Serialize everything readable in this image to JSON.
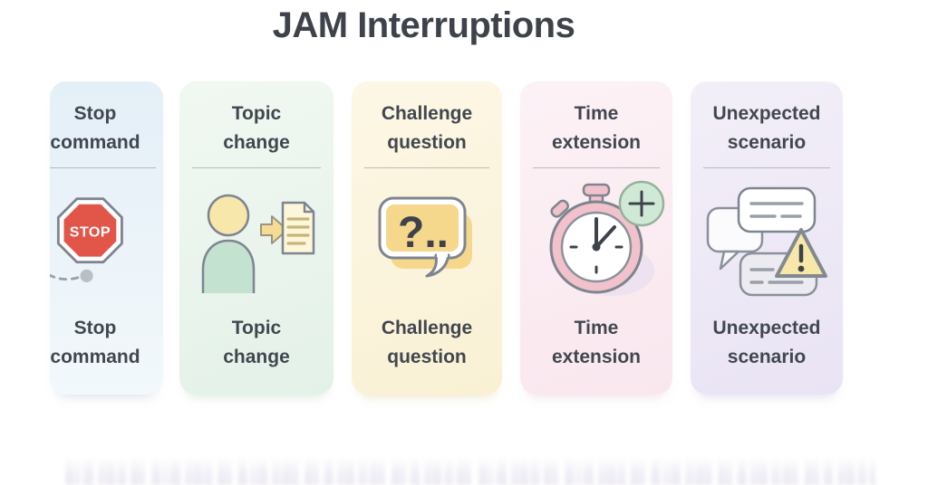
{
  "page": {
    "title": "JAM Interruptions"
  },
  "cards": [
    {
      "name": "stop-command",
      "label": "Stop command",
      "lines": [
        "Stop",
        "command"
      ],
      "icon": "stop-sign-icon"
    },
    {
      "name": "topic-change",
      "label": "Topic change",
      "lines": [
        "Topic",
        "change"
      ],
      "icon": "person-document-icon"
    },
    {
      "name": "challenge-question",
      "label": "Challenge question",
      "lines": [
        "Challenge",
        "question"
      ],
      "icon": "question-bubble-icon"
    },
    {
      "name": "time-extension",
      "label": "Time extension",
      "lines": [
        "Time",
        "extension"
      ],
      "icon": "stopwatch-plus-icon"
    },
    {
      "name": "unexpected-scenario",
      "label": "Unexpected scenario",
      "lines": [
        "Unexpected",
        "scenario"
      ],
      "icon": "chat-warning-icon"
    }
  ],
  "icons": {
    "stop_sign_text": "STOP",
    "question_glyph": "?.."
  },
  "colors": {
    "title-text": "#3e434b",
    "card-text": "#42474f",
    "card1-bg": "#e4eff7",
    "card1-bg2": "#f2f8fb",
    "card2-bg": "#e3f1e8",
    "card2-bg2": "#f1f8f2",
    "card3-bg": "#faf1d4",
    "card3-bg2": "#fcf7e6",
    "card4-bg": "#f9e7ee",
    "card4-bg2": "#fcf2f6",
    "card5-bg": "#e9e3f4",
    "card5-bg2": "#f3eff8",
    "stop-red": "#e25549",
    "outline-gray": "#7e858f",
    "soft-yellow": "#f8e7ab",
    "mint-green": "#c3e2d0",
    "arrow-yellow": "#f6db92",
    "doc-cream": "#fdf6da",
    "doc-line-tan": "#c9b578",
    "bubble-yellow": "#f6d88c",
    "glyph-dark": "#3e434b",
    "watch-pink": "#f2c2cc",
    "plus-green-bg": "#cfe9d6",
    "warning-yellow": "#f7e7a8",
    "gray-bubble": "#edebf2",
    "line-gray": "#9aa0a8",
    "dot-gray": "#b9bfc7",
    "shadow-lavender": "#e3daee"
  }
}
